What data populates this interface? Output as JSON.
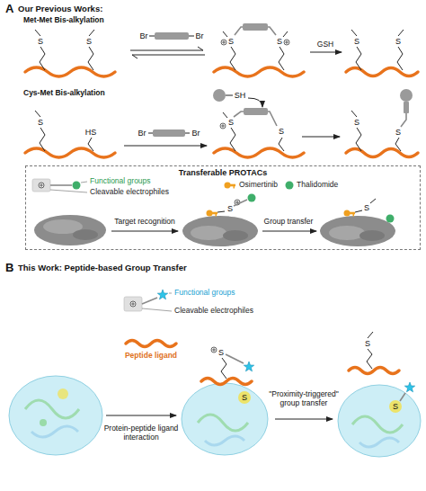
{
  "diagram": {
    "nodes": [
      {
        "text": [
          "Transferable PROTACs"
        ]
      }
    ],
    "labels": [
      "A",
      "Our Previous Works:",
      "Met-Met Bis-alkylation",
      "S",
      "S",
      "Br",
      "Br",
      "S",
      "S",
      "GSH",
      "S",
      "S",
      "Cys-Met Bis-alkylation",
      "S",
      "HS",
      "SH",
      "Br",
      "Br",
      "S",
      "S",
      "S",
      "S",
      "Functional groups",
      "Cleavable electrophiles",
      "Osimertinib",
      "Thalidomide",
      "Target recognition",
      "S",
      "Group transfer",
      "S",
      "B",
      "This Work: Peptide-based Group Transfer",
      "Functional groups",
      "Cleavable electrophiles",
      "Peptide ligand",
      "Protein-peptide ligand interaction",
      "S",
      "S",
      "\"Proximity-triggered\" group transfer",
      "S",
      "S"
    ]
  }
}
